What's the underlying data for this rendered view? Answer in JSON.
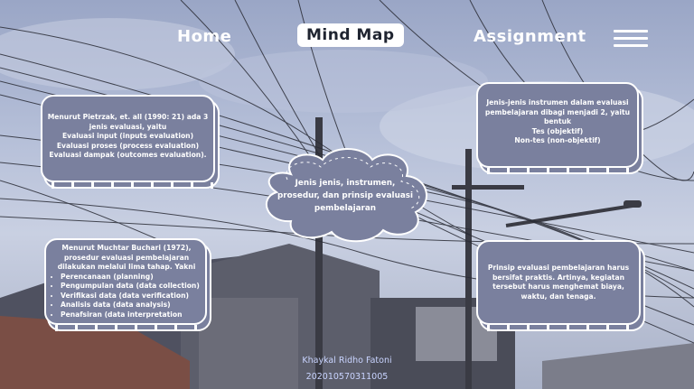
{
  "nav": {
    "home": "Home",
    "mind_map": "Mind Map",
    "assignment": "Assignment",
    "menu_icon": "hamburger-menu-icon"
  },
  "center_topic": {
    "text": "Jenis jenis, instrumen, prosedur, dan prinsip evaluasi pembelajaran"
  },
  "cards": {
    "top_left": {
      "intro": "Menurut Pietrzak, et. all (1990: 21) ada 3 jenis evaluasi, yaitu",
      "items": [
        "Evaluasi input (inputs evaluation)",
        "Evaluasi proses (process evaluation)",
        "Evaluasi dampak (outcomes evaluation)."
      ]
    },
    "top_right": {
      "intro": "Jenis-jenis instrumen dalam evaluasi pembelajaran dibagi menjadi 2, yaitu bentuk",
      "items": [
        "Tes (objektif)",
        "Non-tes (non-objektif)"
      ]
    },
    "bottom_left": {
      "intro": "Menurut Muchtar Buchari (1972), prosedur evaluasi pembelajaran dilakukan melalui lima tahap. Yakni",
      "items": [
        "Perencanaan (planning)",
        "Pengumpulan data (data collection)",
        "Verifikasi data (data verification)",
        "Analisis data (data analysis)",
        "Penafsiran (data interpretation"
      ]
    },
    "bottom_right": {
      "text": "Prinsip evaluasi pembelajaran harus bersifat praktis. Artinya, kegiatan tersebut harus menghemat biaya, waktu, dan tenaga."
    }
  },
  "footer": {
    "name": "Khaykal Ridho Fatoni",
    "id": "202010570311005"
  }
}
